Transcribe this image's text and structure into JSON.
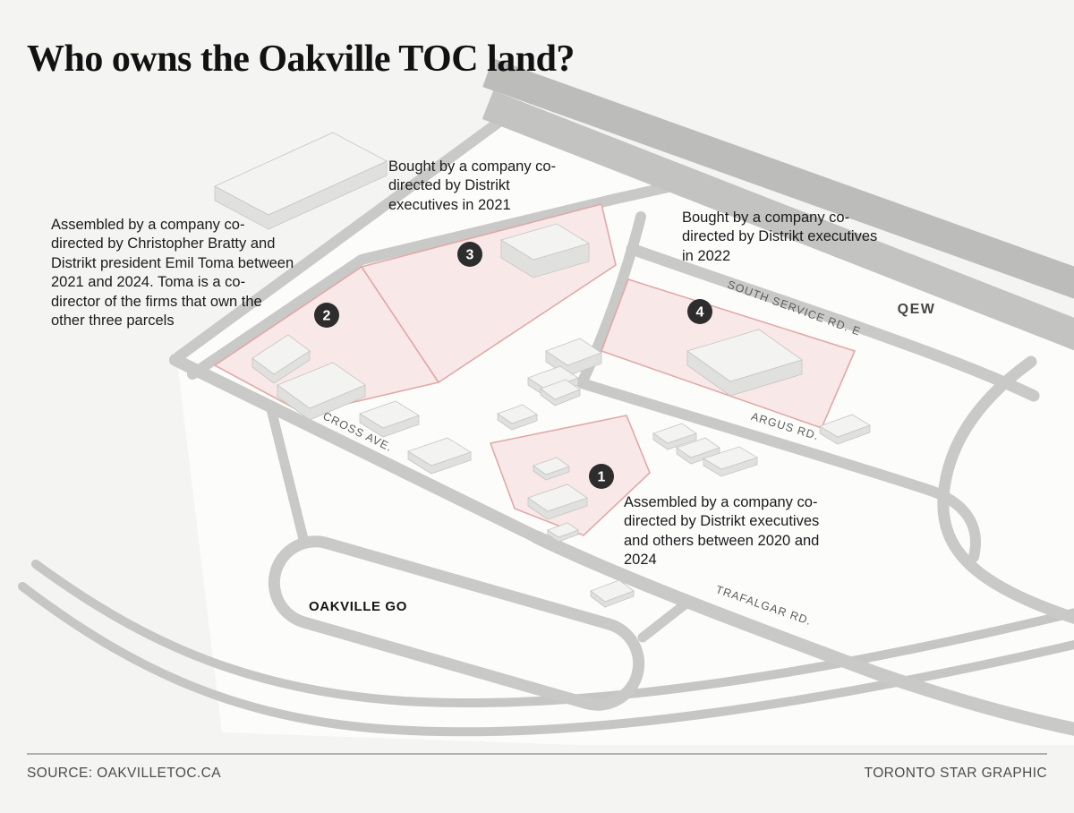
{
  "title": "Who owns the Oakville TOC land?",
  "footer": {
    "source": "SOURCE: OAKVILLETOC.CA",
    "credit": "TORONTO STAR GRAPHIC"
  },
  "colors": {
    "background": "#f4f4f2",
    "land": "#fcfcfb",
    "road": "#c9c9c7",
    "highway": "#bcbcba",
    "parcel_fill": "#f8e8e7",
    "parcel_stroke": "#dfaaa7",
    "marker": "#2d2d2d"
  },
  "map": {
    "labels": {
      "qew": "QEW",
      "south_service": "SOUTH SERVICE RD. E",
      "cross": "CROSS AVE.",
      "argus": "ARGUS RD.",
      "trafalgar": "TRAFALGAR RD.",
      "go_station": "OAKVILLE GO"
    },
    "parcels": [
      {
        "number": "1",
        "annotation": "Assembled by a company co-directed by Distrikt executives and others between 2020 and 2024"
      },
      {
        "number": "2",
        "annotation": "Assembled by a company co-directed by Christopher Bratty and Distrikt president Emil Toma between 2021 and 2024. Toma is a co-director of the firms that own the other three parcels"
      },
      {
        "number": "3",
        "annotation": "Bought by a company co-directed by Distrikt executives in 2021"
      },
      {
        "number": "4",
        "annotation": "Bought by a company co-directed by Distrikt executives in 2022"
      }
    ]
  }
}
